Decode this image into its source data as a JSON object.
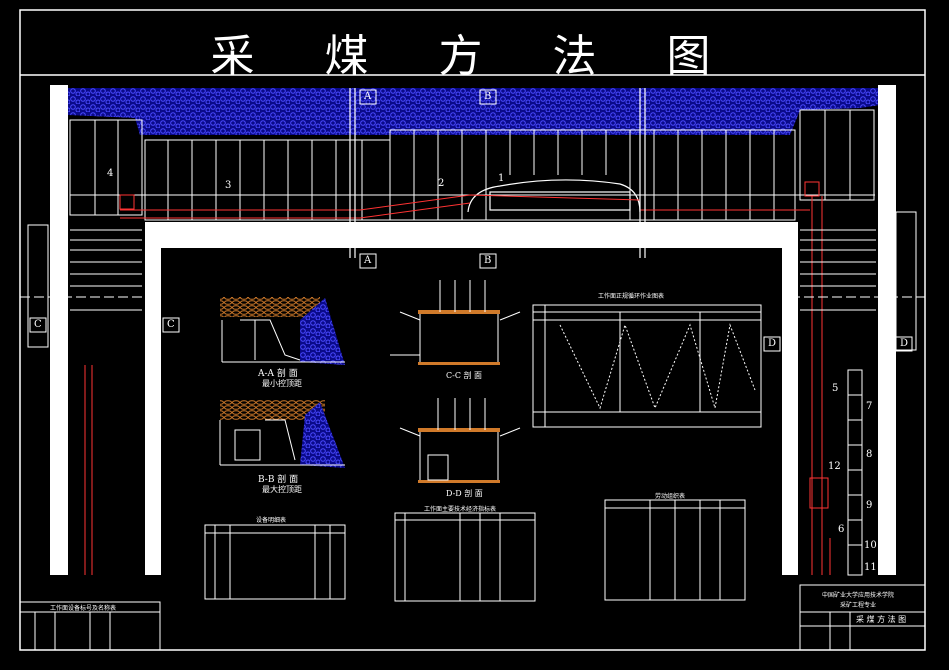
{
  "title": "采 煤 方 法 图",
  "section_markers": {
    "a_top": "A",
    "b_top": "B",
    "a_bottom": "A",
    "b_bottom": "B",
    "c_left": "C",
    "c_right": "C",
    "d_left": "D",
    "d_right": "D"
  },
  "callouts": [
    "1",
    "2",
    "3",
    "4",
    "5",
    "6",
    "7",
    "8",
    "9",
    "10",
    "11",
    "12"
  ],
  "sections": {
    "aa_title": "A-A 剖 面",
    "aa_sub": "最小控顶距",
    "bb_title": "B-B 剖 面",
    "bb_sub": "最大控顶距",
    "cc_title": "C-C 剖 面",
    "dd_title": "D-D 剖 面"
  },
  "tables": {
    "cycle_chart_title": "工作面正规循环作业图表",
    "equipment_title": "设备明细表",
    "tech_econ_title": "工作面主要技术经济指标表",
    "labor_title": "劳动组织表",
    "legend_title": "工作面设备标号及名称表"
  },
  "title_block": {
    "school": "中国矿业大学应用技术学院",
    "major": "采矿工程专业",
    "drawing_name": "采 煤 方 法 图"
  },
  "colors": {
    "background": "#000000",
    "lines": "#ffffff",
    "coal": "#1a1ad6",
    "roof": "#d07a2a",
    "conveyor": "#ff3333"
  }
}
